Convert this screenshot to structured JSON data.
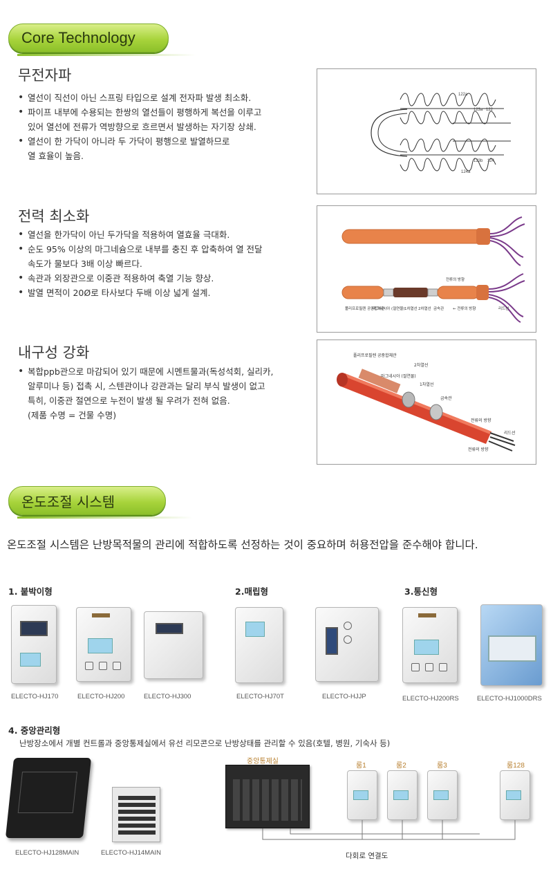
{
  "core": {
    "heading": "Core Technology",
    "sections": [
      {
        "title": "무전자파",
        "bullets": [
          "열선이 직선이 아닌 스프링 타입으로 설계 전자파 발생 최소화.",
          "파이프 내부에 수용되는 한쌍의 열선들이 평행하게 복선을 이루고",
          "있어 열선에 전류가 역방향으로 흐르면서 발생하는 자기장 상쇄.",
          "열선이 한 가닥이 아니라 두 가닥이 평행으로 발열하므로",
          "열 효율이 높음."
        ]
      },
      {
        "title": "전력 최소화",
        "bullets": [
          "열선을 한가닥이 아닌 두가닥을 적용하여 열효율 극대화.",
          "순도 95% 이상의 마그네슘으로 내부를 충진 후 압축하여 열 전달",
          "속도가 물보다 3배 이상 빠르다.",
          "속관과 외장관으로 이중관 적용하여 축열 기능 향상.",
          "발열 면적이 20Ø로 타사보다 두배 이상 넓게 설계."
        ]
      },
      {
        "title": "내구성 강화",
        "bullets": [
          "복합ppb관으로 마감되어 있기 때문에 시멘트물과(독성석회, 실리카,",
          "알루미나 등) 접촉 시, 스텐관이나 강관과는 달리 부식 발생이 없고",
          "특히, 이중관 절연으로 누전이 발생 될 우려가  전혀 없음.",
          "(제품 수명 = 건물 수명)"
        ]
      }
    ],
    "fig1_labels": [
      "122a",
      "122",
      "123a",
      "123b",
      "124",
      "124a"
    ],
    "fig2_labels": [
      "전류의 방향",
      "폴리프로필렌 공중합체관",
      "마그네시아 (절연물)",
      "1차열선",
      "2차열선",
      "금속관",
      "← 전류의 방향",
      "리드선"
    ],
    "fig3_labels": [
      "폴리프로필렌 공중합체관",
      "2차열선",
      "마그네시아 (절연물)",
      "1차열선",
      "금속관",
      "전류의 방향",
      "리드선",
      "전류의 방향"
    ]
  },
  "temp": {
    "heading": "온도조절 시스템",
    "intro": "온도조절 시스템은 난방목적물의 관리에 적합하도록 선정하는 것이 중요하며 허용전압을 준수해야 합니다.",
    "cat1": "1. 붙박이형",
    "cat2": "2.매립형",
    "cat3": "3.통신형",
    "cat4": "4. 중앙관리형",
    "cat4_desc": "난방장소에서 개별 컨트롤과 중앙통제실에서 유선 리모콘으로 난방상태를 관리할 수 있음(호텔, 병원, 기숙사 등)",
    "models": [
      "ELECTO-HJ170",
      "ELECTO-HJ200",
      "ELECTO-HJ300",
      "ELECTO-HJ70T",
      "ELECTO-HJJP",
      "ELECTO-HJ200RS",
      "ELECTO-HJ1000DRS"
    ],
    "central_models": [
      "ELECTO-HJ128MAIN",
      "ELECTO-HJ14MAIN"
    ],
    "control_room": "중앙통제실",
    "rooms": [
      "룸1",
      "룸2",
      "룸3",
      "룸128"
    ],
    "connect": "다회로 연결도"
  },
  "colors": {
    "accent_green": "#a8d43c",
    "pipe_orange": "#e8834a",
    "pipe_red": "#c83a2a"
  }
}
